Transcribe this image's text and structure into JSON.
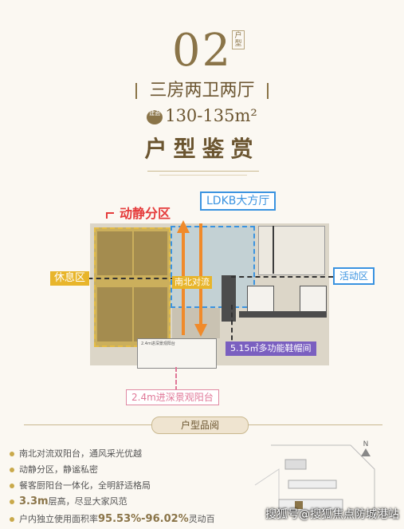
{
  "header": {
    "unit_no": "02",
    "unit_tag": "户型",
    "rooms": "三房两卫两厅",
    "area_badge": "建面",
    "area": "130-135m²",
    "title": "户型鉴赏"
  },
  "plan": {
    "zone_title": "动静分区",
    "ldkb": "LDKB大方厅",
    "rest": "休息区",
    "active": "活动区",
    "cross_vent": "南北对流",
    "shoe_room": "5.15㎡多功能鞋帽间",
    "balcony_label": "2.4m进深景观阳台",
    "balcony_inner": "2.4m进深景观阳台"
  },
  "review": {
    "heading": "户型品阅",
    "bullets": [
      "南北对流双阳台，通风采光优越",
      "动静分区，静谧私密",
      "餐客厨阳台一体化，全明舒适格局"
    ],
    "height_big": "3.3m",
    "height_rest": "层高，尽显大家风范",
    "ratio_pre": "户内独立使用面积率",
    "ratio_big": "95.53%-96.02%",
    "ratio_post": "灵动百"
  },
  "north": "N",
  "watermark": "搜狐号@搜狐焦点防城港站",
  "colors": {
    "gold": "#8a7448",
    "yellow_zone": "#e8b52b",
    "blue_zone": "#3a93e0",
    "red_arrow": "#e53b3b",
    "purple": "#7a5fc0"
  }
}
